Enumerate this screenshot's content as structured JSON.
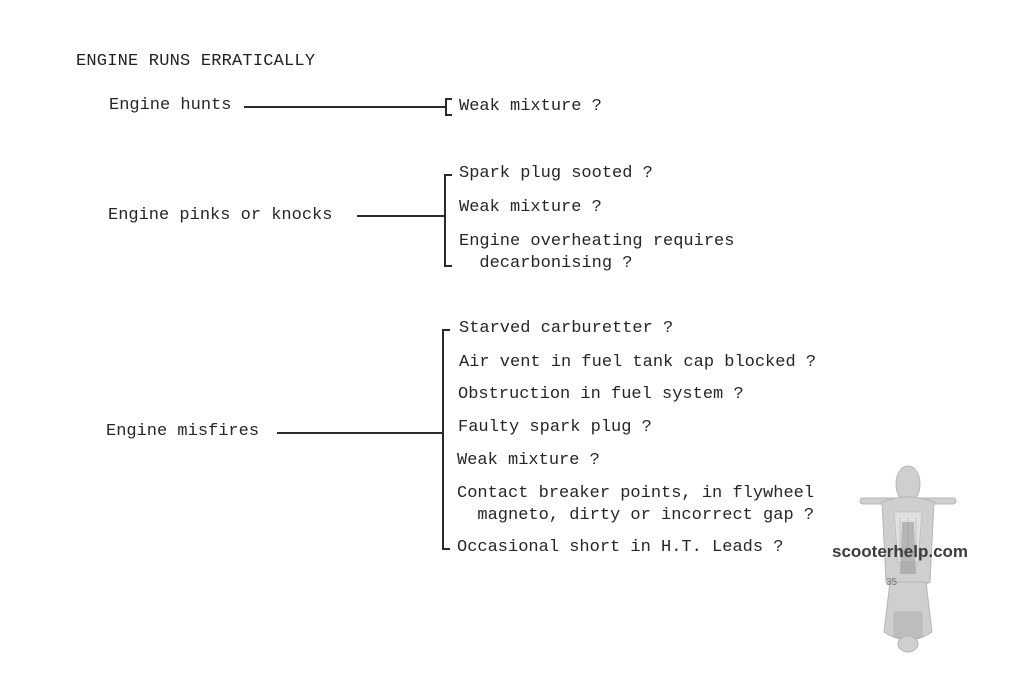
{
  "heading": "ENGINE RUNS ERRATICALLY",
  "groups": [
    {
      "symptom": "Engine hunts",
      "causes": [
        "Weak mixture ?"
      ]
    },
    {
      "symptom": "Engine pinks or knocks",
      "causes": [
        "Spark plug sooted ?",
        "Weak mixture ?",
        "Engine overheating requires\n  decarbonising ?"
      ]
    },
    {
      "symptom": "Engine misfires",
      "causes": [
        "Starved carburetter ?",
        "Air vent in fuel tank cap blocked ?",
        "Obstruction in fuel system ?",
        "Faulty spark plug ?",
        "Weak mixture ?",
        "Contact breaker points, in flywheel\n  magneto, dirty or incorrect gap ?",
        "Occasional short in H.T. Leads ?"
      ]
    }
  ],
  "watermark": {
    "text": "scooterhelp.com",
    "page_number": "35",
    "icon": "scooter-icon"
  }
}
